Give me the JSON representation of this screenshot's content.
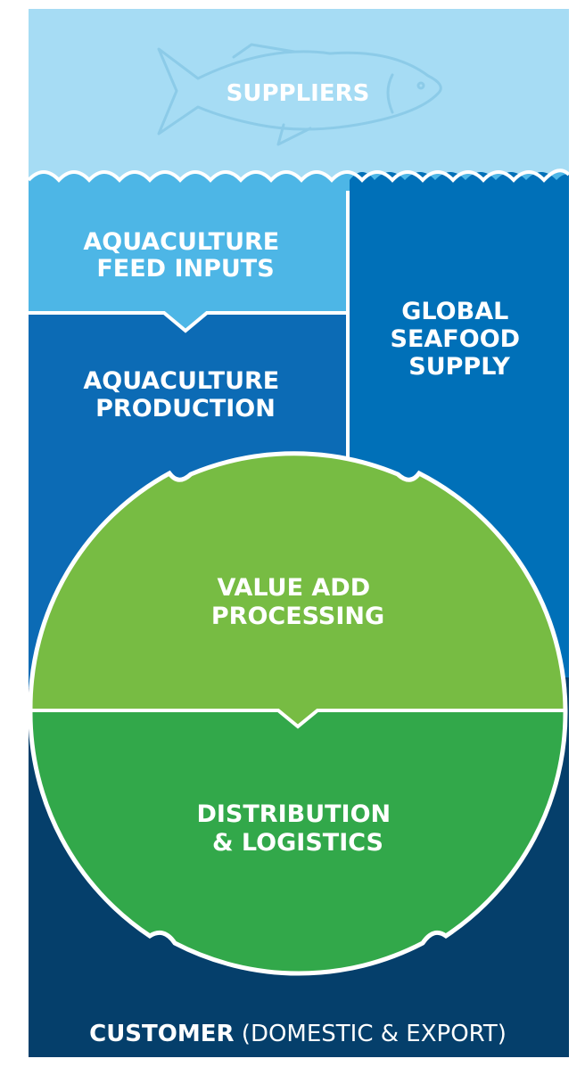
{
  "diagram": {
    "suppliers": "SUPPLIERS",
    "feed_inputs": [
      "AQUACULTURE",
      "FEED INPUTS"
    ],
    "production": [
      "AQUACULTURE",
      "PRODUCTION"
    ],
    "global_supply": [
      "GLOBAL",
      "SEAFOOD",
      "SUPPLY"
    ],
    "value_add": [
      "VALUE ADD",
      "PROCESSING"
    ],
    "distribution": [
      "DISTRIBUTION",
      "& LOGISTICS"
    ],
    "customer_bold": "CUSTOMER",
    "customer_rest": " (DOMESTIC & EXPORT)"
  },
  "colors": {
    "sky": "#a6dcf4",
    "feed": "#4db6e6",
    "production": "#0c6bb5",
    "global": "#0070b8",
    "customer": "#053f6b",
    "value_add": "#77bc43",
    "distribution": "#32a84a",
    "outline": "#ffffff"
  }
}
